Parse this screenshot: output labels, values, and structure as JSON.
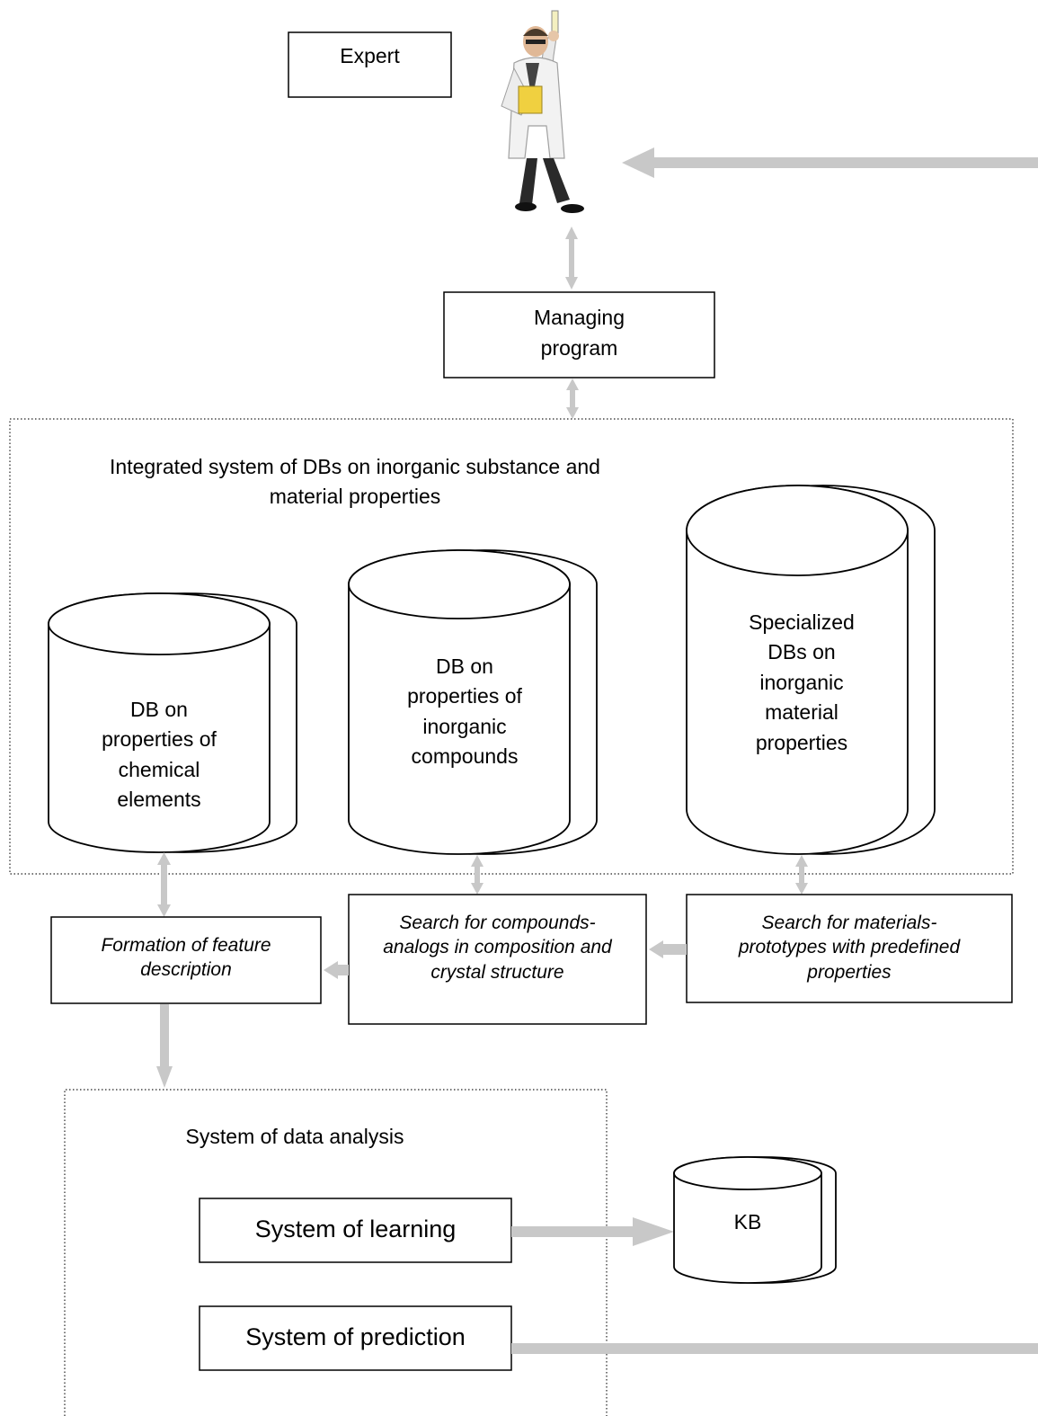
{
  "expert": {
    "label": "Expert"
  },
  "managing_program": {
    "lines": [
      "Managing",
      "program"
    ]
  },
  "integrated_system": {
    "title_lines": [
      "Integrated system of DBs on inorganic substance and",
      "material properties"
    ]
  },
  "db_elements": {
    "lines": [
      "DB on",
      "properties of",
      "chemical",
      "elements"
    ]
  },
  "db_compounds": {
    "lines": [
      "DB on",
      "properties of",
      "inorganic",
      "compounds"
    ]
  },
  "db_specialized": {
    "lines": [
      "Specialized",
      "DBs on",
      "inorganic",
      "material",
      "properties"
    ]
  },
  "feature_formation": {
    "lines": [
      "Formation of feature",
      "description"
    ]
  },
  "search_compounds": {
    "lines": [
      "Search for compounds-",
      "analogs in composition and",
      "crystal structure"
    ]
  },
  "search_materials": {
    "lines": [
      "Search for materials-",
      "prototypes with predefined",
      "properties"
    ]
  },
  "data_analysis": {
    "title": "System of data analysis"
  },
  "learning": {
    "label": "System of learning"
  },
  "prediction": {
    "label": "System of prediction"
  },
  "kb": {
    "label": "KB"
  },
  "colors": {
    "arrow": "#c8c8c8",
    "line": "#000000",
    "background": "#ffffff"
  },
  "icons": {
    "expert_figure": "scientist-figure-icon"
  }
}
